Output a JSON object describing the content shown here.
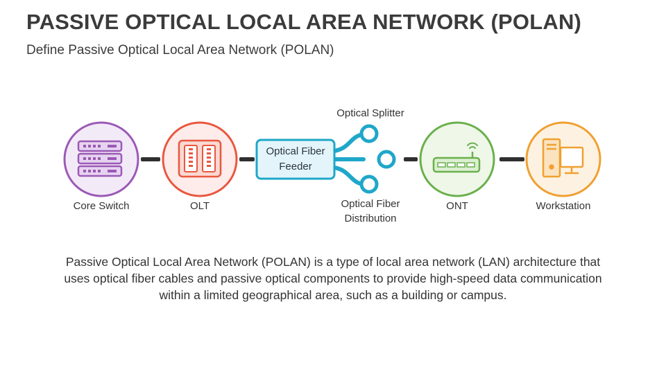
{
  "slide": {
    "title": "PASSIVE OPTICAL LOCAL AREA NETWORK (POLAN)",
    "subtitle": "Define Passive Optical Local Area Network (POLAN)"
  },
  "diagram": {
    "nodes": [
      {
        "id": "core-switch",
        "label": "Core Switch",
        "icon": "server-rack-icon",
        "color": "#9b59b6",
        "fill": "#f3eaf8"
      },
      {
        "id": "olt",
        "label": "OLT",
        "icon": "olt-panel-icon",
        "color": "#e9573f",
        "fill": "#fdecea"
      },
      {
        "id": "feeder",
        "label": "Optical Fiber Feeder",
        "label_line1": "Optical Fiber",
        "label_line2": "Feeder",
        "color": "#1fa7c9",
        "fill": "#e3f5fb"
      },
      {
        "id": "ont",
        "label": "ONT",
        "icon": "router-wifi-icon",
        "color": "#6ab04c",
        "fill": "#eef7e8"
      },
      {
        "id": "workstation",
        "label": "Workstation",
        "icon": "desktop-computer-icon",
        "color": "#f0a030",
        "fill": "#fdf2e2"
      }
    ],
    "splitter_label": "Optical Splitter",
    "distribution_label_line1": "Optical Fiber",
    "distribution_label_line2": "Distribution"
  },
  "description": "Passive Optical Local Area Network (POLAN) is a type of local area network (LAN) architecture that uses optical fiber cables and passive optical components to provide high-speed data communication within a limited geographical area, such as a building or campus."
}
